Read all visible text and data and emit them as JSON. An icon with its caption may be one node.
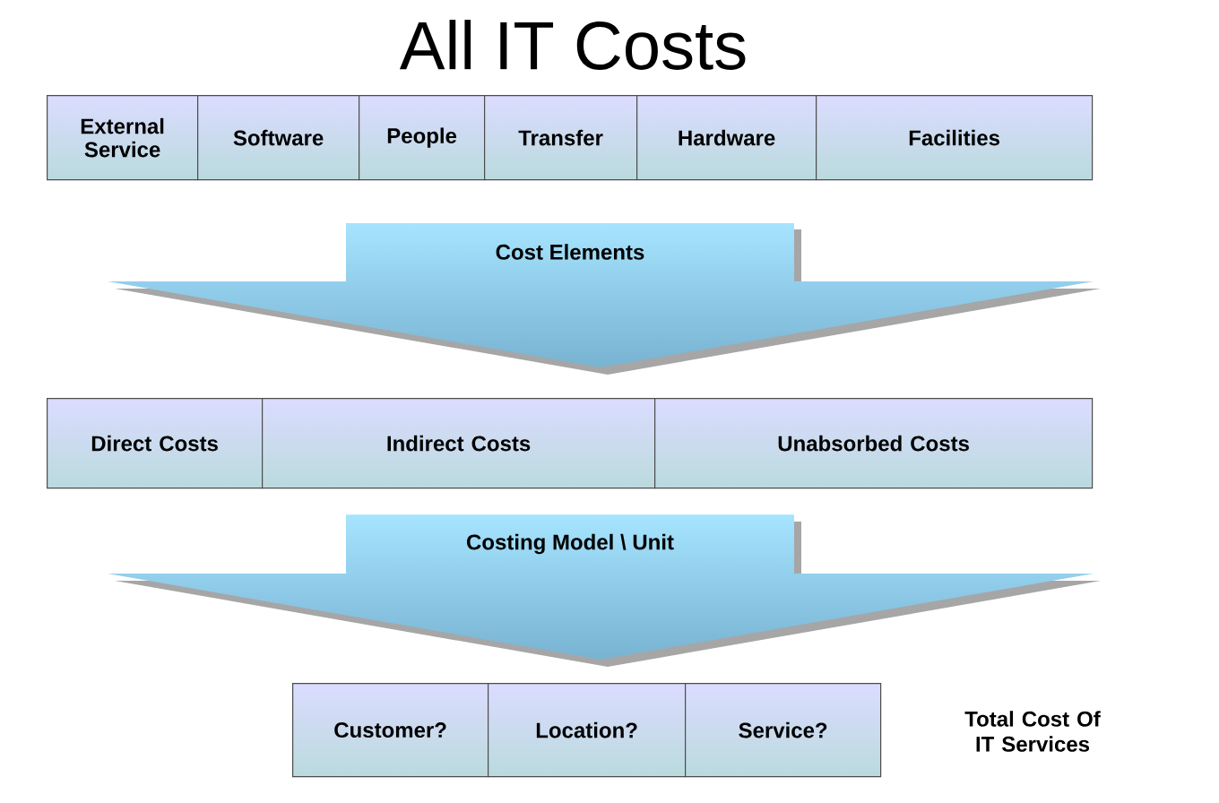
{
  "diagram": {
    "title": "All IT Costs",
    "nodes": [
      {
        "text": [
          "External Service"
        ]
      },
      {
        "text": [
          "Software"
        ]
      },
      {
        "text": [
          "People"
        ]
      },
      {
        "text": [
          "Transfer"
        ]
      },
      {
        "text": [
          "Hardware"
        ]
      },
      {
        "text": [
          "Facilities"
        ]
      },
      {
        "text": [
          "Cost Elements"
        ]
      },
      {
        "text": [
          "Direct Costs"
        ]
      },
      {
        "text": [
          "Indirect Costs"
        ]
      },
      {
        "text": [
          "Unabsorbed Costs"
        ]
      },
      {
        "text": [
          "Costing Model \\ Unit"
        ]
      },
      {
        "text": [
          "Customer?"
        ]
      },
      {
        "text": [
          "Location?"
        ]
      },
      {
        "text": [
          "Service?"
        ]
      }
    ],
    "labels": [
      "Total Cost Of IT Services"
    ]
  }
}
